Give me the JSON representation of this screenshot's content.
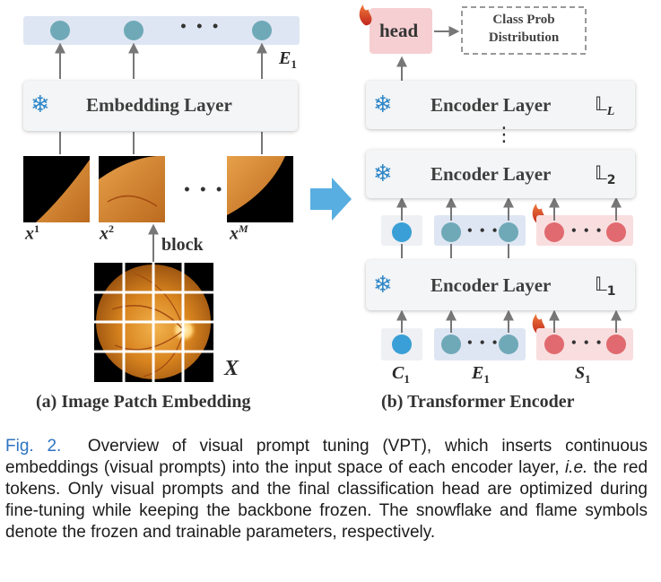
{
  "panel_a": {
    "embedding_label": "Embedding Layer",
    "e1_label": "E",
    "e1_sub": "1",
    "dots": "• • •",
    "patch_dots": "• • •",
    "patch_labels": [
      {
        "base": "x",
        "sup": "1"
      },
      {
        "base": "x",
        "sup": "2"
      },
      {
        "base": "x",
        "sup": "M"
      }
    ],
    "block_label": "block",
    "image_label": "X",
    "title": "(a) Image Patch Embedding"
  },
  "panel_b": {
    "head_label": "head",
    "class_prob_line1": "Class Prob",
    "class_prob_line2": "Distribution",
    "encoder_label": "Encoder Layer",
    "layer_symbols": [
      {
        "base": "𝕃",
        "sub": "L"
      },
      {
        "base": "𝕃",
        "sub": "2"
      },
      {
        "base": "𝕃",
        "sub": "1"
      }
    ],
    "vdots": "⋮",
    "token_dots": "• • •",
    "token_labels": [
      {
        "base": "C",
        "sub": "1"
      },
      {
        "base": "E",
        "sub": "1"
      },
      {
        "base": "S",
        "sub": "1"
      }
    ],
    "title": "(b) Transformer Encoder"
  },
  "caption": {
    "fig_label": "Fig. 2.",
    "text1": "Overview of visual prompt tuning (VPT), which inserts continuous embeddings (visual prompts) into the input space of each encoder layer,",
    "ie": "i.e.",
    "text2": "the red tokens. Only visual prompts and the final classification head are optimized during fine-tuning while keeping the backbone frozen. The snowflake and flame symbols denote the frozen and trainable parameters, respectively."
  },
  "colors": {
    "teal_token": "#6fa9b8",
    "blue_token": "#3a9fd6",
    "red_token": "#e06a6f",
    "strip_blue": "#dfe6f3",
    "strip_red": "#f9dedf",
    "head_fill": "#f5cfd1",
    "caption_blue": "#2d73c2"
  },
  "icons": [
    "snowflake-icon",
    "flame-icon",
    "arrow-icon"
  ]
}
